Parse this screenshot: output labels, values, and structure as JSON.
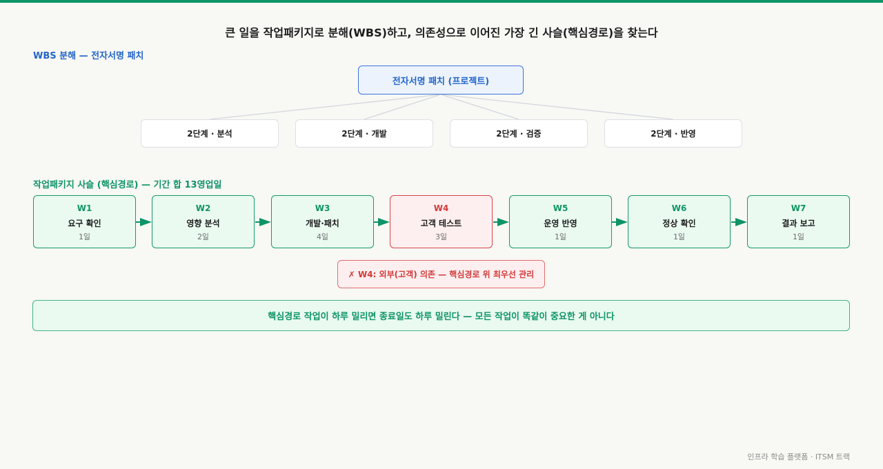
{
  "title": "큰 일을 작업패키지로 분해(WBS)하고, 의존성으로 이어진 가장 긴 사슬(핵심경로)을 찾는다",
  "wbs": {
    "label": "WBS 분해 — 전자서명 패치",
    "root": "전자서명 패치 (프로젝트)",
    "children": [
      "2단계 · 분석",
      "2단계 · 개발",
      "2단계 · 검증",
      "2단계 · 반영"
    ]
  },
  "critical_path": {
    "label": "작업패키지 사슬 (핵심경로) — 기간 합 13영업일",
    "tasks": [
      {
        "code": "W1",
        "name": "요구 확인",
        "duration": "1일",
        "critical": false
      },
      {
        "code": "W2",
        "name": "영향 분석",
        "duration": "2일",
        "critical": false
      },
      {
        "code": "W3",
        "name": "개발·패치",
        "duration": "4일",
        "critical": false
      },
      {
        "code": "W4",
        "name": "고객 테스트",
        "duration": "3일",
        "critical": true
      },
      {
        "code": "W5",
        "name": "운영 반영",
        "duration": "1일",
        "critical": false
      },
      {
        "code": "W6",
        "name": "정상 확인",
        "duration": "1일",
        "critical": false
      },
      {
        "code": "W7",
        "name": "결과 보고",
        "duration": "1일",
        "critical": false
      }
    ],
    "warning": "✗ W4: 외부(고객) 의존 — 핵심경로 위 최우선 관리"
  },
  "note": "핵심경로 작업이 하루 밀리면 종료일도 하루 밀린다 — 모든 작업이 똑같이 중요한 게 아니다",
  "footer": "인프라 학습 플랫폼 · ITSM 트랙",
  "colors": {
    "accent_green": "#0e9466",
    "accent_blue": "#2466c8",
    "critical_red": "#d23a3a"
  }
}
